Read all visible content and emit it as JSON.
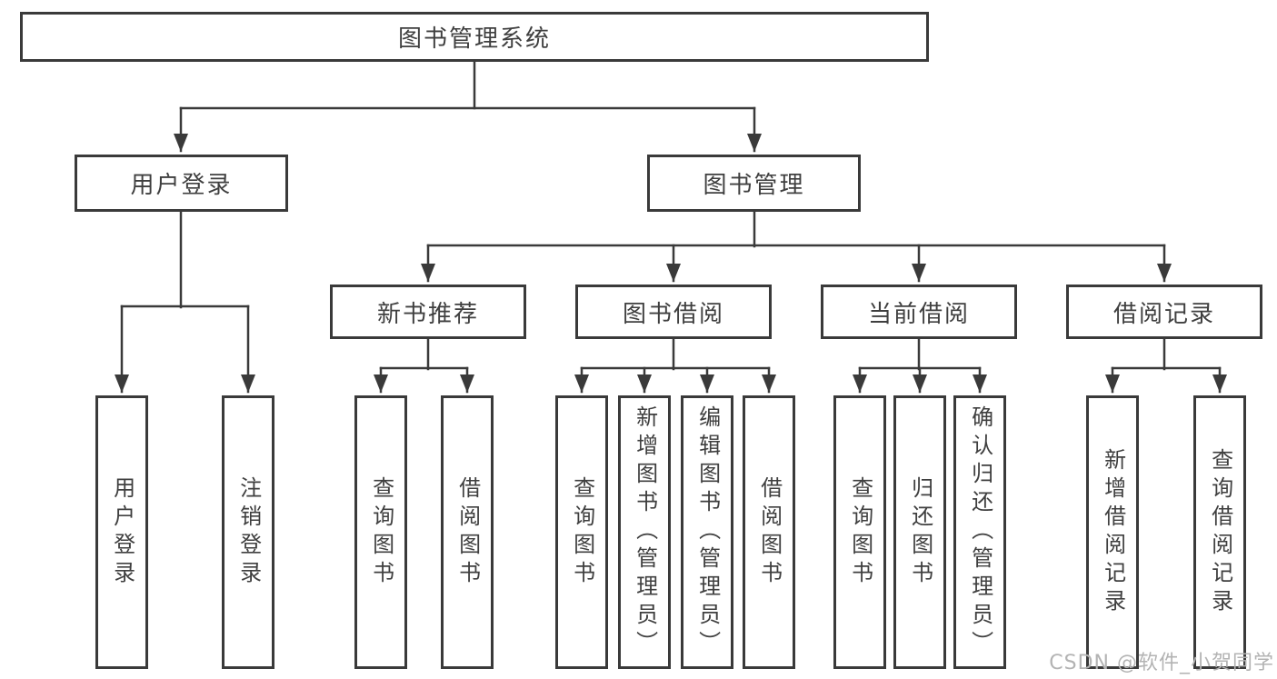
{
  "nodes": {
    "root": {
      "label": "图书管理系统"
    },
    "user_login": {
      "label": "用户登录",
      "children": [
        {
          "label": "用户登录"
        },
        {
          "label": "注销登录"
        }
      ]
    },
    "book_management": {
      "label": "图书管理",
      "groups": [
        {
          "label": "新书推荐",
          "children": [
            {
              "label": "查询图书"
            },
            {
              "label": "借阅图书"
            }
          ]
        },
        {
          "label": "图书借阅",
          "children": [
            {
              "label": "查询图书"
            },
            {
              "label": "新增图书（管理员）"
            },
            {
              "label": "编辑图书（管理员）"
            },
            {
              "label": "借阅图书"
            }
          ]
        },
        {
          "label": "当前借阅",
          "children": [
            {
              "label": "查询图书"
            },
            {
              "label": "归还图书"
            },
            {
              "label": "确认归还（管理员）"
            }
          ]
        },
        {
          "label": "借阅记录",
          "children": [
            {
              "label": "新增借阅记录"
            },
            {
              "label": "查询借阅记录"
            }
          ]
        }
      ]
    }
  },
  "watermark": {
    "text": "CSDN @软件_小贺同学"
  },
  "colors": {
    "line": "#3a3a3a",
    "border": "#3a3a3a",
    "text": "#3f3f3f",
    "watermark": "#b3b3b3",
    "background": "#ffffff"
  }
}
